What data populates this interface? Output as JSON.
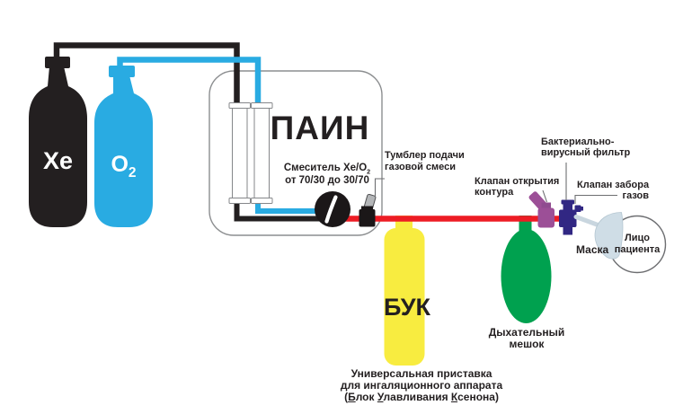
{
  "components": {
    "xe_cylinder": {
      "label": "Xe",
      "color": "#231f20"
    },
    "o2_cylinder": {
      "label_base": "O",
      "label_sub": "2",
      "color": "#29abe2"
    },
    "pain_unit": {
      "title": "ПАИН",
      "mixer_label_base": "Смеситель Xe/O",
      "mixer_label_sub": "2",
      "mixer_label_line2": "от 70/30 до 30/70"
    },
    "tumbler": {
      "label_line1": "Тумблер подачи",
      "label_line2": "газовой смеси"
    },
    "buk_unit": {
      "title": "БУК",
      "color": "#f8ec40",
      "caption_line1": "Универсальная приставка",
      "caption_line2": "для ингаляционного аппарата",
      "caption_line3_parts": [
        {
          "text": "(",
          "underlined": false
        },
        {
          "text": "Б",
          "underlined": true
        },
        {
          "text": "лок ",
          "underlined": false
        },
        {
          "text": "У",
          "underlined": true
        },
        {
          "text": "лавливания ",
          "underlined": false
        },
        {
          "text": "К",
          "underlined": true
        },
        {
          "text": "сенона)",
          "underlined": false
        }
      ]
    },
    "breathing_bag": {
      "label_line1": "Дыхательный",
      "label_line2": "мешок",
      "color": "#00a14f"
    },
    "circuit_open_valve": {
      "label_line1": "Клапан открытия",
      "label_line2": "контура",
      "color": "#9c4f97"
    },
    "bacterial_filter": {
      "label_line1": "Бактериально-",
      "label_line2": "вирусный фильтр",
      "color": "#312783"
    },
    "gas_sampling_valve": {
      "label_line1": "Клапан забора",
      "label_line2": "газов"
    },
    "mask": {
      "label": "Маска",
      "color": "#cfdde6"
    },
    "patient_face": {
      "label_line1": "Лицо",
      "label_line2": "пациента"
    },
    "pipes": {
      "xenon_color": "#231f20",
      "oxygen_color": "#29abe2",
      "mixture_color": "#ed1c24"
    }
  }
}
